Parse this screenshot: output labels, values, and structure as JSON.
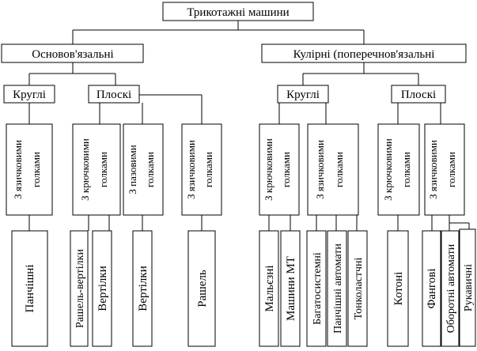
{
  "root": "Трикотажні машини",
  "groups": [
    {
      "label": "Основов'язальні"
    },
    {
      "label": "Кулірні (поперечнов'язальні"
    }
  ],
  "subgroups": [
    {
      "label": "Круглі"
    },
    {
      "label": "Плоскі"
    },
    {
      "label": "Круглі"
    },
    {
      "label": "Плоскі"
    }
  ],
  "needles": [
    {
      "lines": [
        "З язичковими",
        "голками"
      ]
    },
    {
      "lines": [
        "З крючковими",
        "голками"
      ]
    },
    {
      "lines": [
        "З пазовими",
        "голками"
      ]
    },
    {
      "lines": [
        "З язичковими",
        "голками"
      ]
    },
    {
      "lines": [
        "З крючковими",
        "голками"
      ]
    },
    {
      "lines": [
        "З язичковими",
        "голками"
      ]
    },
    {
      "lines": [
        "З крючковими",
        "голками"
      ]
    },
    {
      "lines": [
        "З язичковими",
        "голками"
      ]
    }
  ],
  "machines": [
    {
      "label": "Панчішні"
    },
    {
      "label": "Рашель-вертілки"
    },
    {
      "label": "Вертілки"
    },
    {
      "label": "Вертілки"
    },
    {
      "label": "Рашель"
    },
    {
      "label": "Мальєзні"
    },
    {
      "label": "Машини МТ"
    },
    {
      "label": "Багатосистемні"
    },
    {
      "label": "Панчішні автомати"
    },
    {
      "label": "Тонколастчні"
    },
    {
      "label": "Котоні"
    },
    {
      "label": "Фангові"
    },
    {
      "label": "Оборотні автомати"
    },
    {
      "label": "Рукавичні"
    }
  ]
}
